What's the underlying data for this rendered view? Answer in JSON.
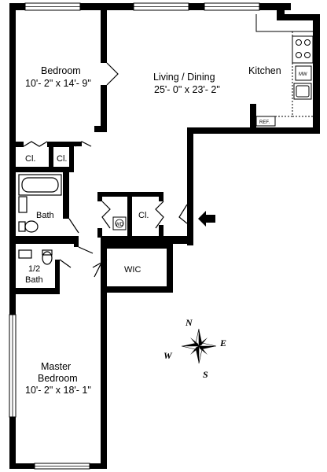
{
  "rooms": {
    "bedroom": {
      "name": "Bedroom",
      "dims": "10'- 2\" x 14'- 9\""
    },
    "living": {
      "name": "Living / Dining",
      "dims": "25'- 0\" x 23'- 2\""
    },
    "kitchen": {
      "name": "Kitchen"
    },
    "closet1": {
      "name": "Cl."
    },
    "closet2": {
      "name": "Cl."
    },
    "closet3": {
      "name": "Cl."
    },
    "bath": {
      "name": "Bath"
    },
    "half_bath": {
      "line1": "1/2",
      "line2": "Bath"
    },
    "wic": {
      "name": "WIC"
    },
    "master": {
      "line1": "Master",
      "line2": "Bedroom",
      "dims": "10'- 2\" x 18'- 1\""
    }
  },
  "appliances": {
    "refrigerator": "REF.",
    "microwave": "MW",
    "washer_dryer": "WD"
  },
  "compass": {
    "north": "N",
    "east": "E",
    "south": "S",
    "west": "W"
  },
  "colors": {
    "wall": "#000000",
    "background": "#ffffff"
  }
}
